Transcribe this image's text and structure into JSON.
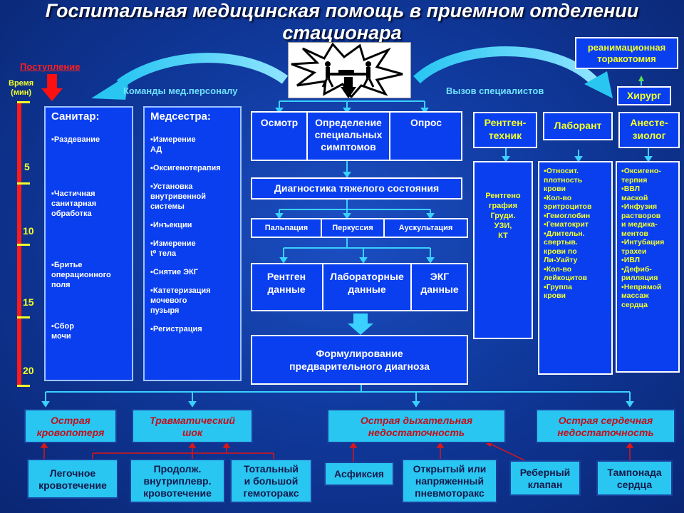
{
  "title": "Госпитальная медицинская помощь в приемном отделении стационара",
  "admission_label": "Поступление",
  "time_axis": {
    "label": "Время\n(мин)",
    "ticks": [
      "5",
      "10",
      "15",
      "20"
    ]
  },
  "arrow_labels": {
    "commands": "Команды мед.персоналу",
    "specialists": "Вызов специалистов"
  },
  "sanitar": {
    "header": "Санитар:",
    "items": [
      "▪Раздевание",
      "▪Частичная\n санитарная\n обработка",
      "▪Бритье\nоперационного\n  поля",
      "▪Сбор\n мочи"
    ]
  },
  "nurse": {
    "header": "Медсестра:",
    "items": [
      "▪Измерение\n АД",
      "▪Оксигенотерапия",
      "▪Установка\n внутривенной\n системы",
      "▪Инъекции",
      "▪Измерение\n t⁰ тела",
      "▪Снятие ЭКГ",
      "▪Катетеризация\n  мочевого\n пузыря",
      "▪Регистрация"
    ]
  },
  "exam": {
    "col1": "Осмотр",
    "col2": "Определение\nспециальных\nсимптомов",
    "col3": "Опрос"
  },
  "diagnostics": "Диагностика тяжелого состояния",
  "palpation": [
    "Пальпация",
    "Перкуссия",
    "Аускультация"
  ],
  "data_row": [
    "Рентген\nданные",
    "Лабораторные\nданные",
    "ЭКГ\nданные"
  ],
  "formulation": "Формулирование\nпредварительного диагноза",
  "specialists": {
    "thoracotomy": "реанимационная\nторакотомия",
    "surgeon": "Хирург",
    "xray_tech": "Рентген-\nтехник",
    "lab": "Лаборант",
    "anesth": "Анесте-\nзиолог",
    "xray_items": "Рентгено\nграфия\nГруди.\nУЗИ,\nКТ",
    "lab_items": [
      "▪Относит.\n  плотность\n  крови",
      "▪Кол-во\nэритроцитов",
      "▪Гемоглобин",
      "▪Гематокрит",
      "▪Длительн.\n  свертыв.\n  крови по\n  Ли-Уайту",
      "▪Кол-во\n  лейкоцитов",
      "▪Группа\n  крови"
    ],
    "anesth_items": [
      "▪Оксигено-\nтерпия",
      "▪ВВЛ\n  маской",
      "▪Инфузия\n  растворов\n  и медика-\n  ментов",
      "▪Интубация\n  трахеи",
      "▪ИВЛ",
      "▪Дефиб-\n  рилляция",
      "▪Непрямой\n  массаж\n  сердца"
    ]
  },
  "conditions": [
    "Острая\nкровопотеря",
    "Травматический\nшок",
    "Острая дыхательная\nнедостаточность",
    "Острая сердечная\nнедостаточность"
  ],
  "causes": [
    "Легочное\nкровотечение",
    "Продолж.\nвнутриплевр.\nкровотечение",
    "Тотальный\nи большой\nгемоторакс",
    "Асфиксия",
    "Открытый или\nнапряженный\nпневмоторакс",
    "Реберный\nклапан",
    "Тампонада\nсердца"
  ]
}
